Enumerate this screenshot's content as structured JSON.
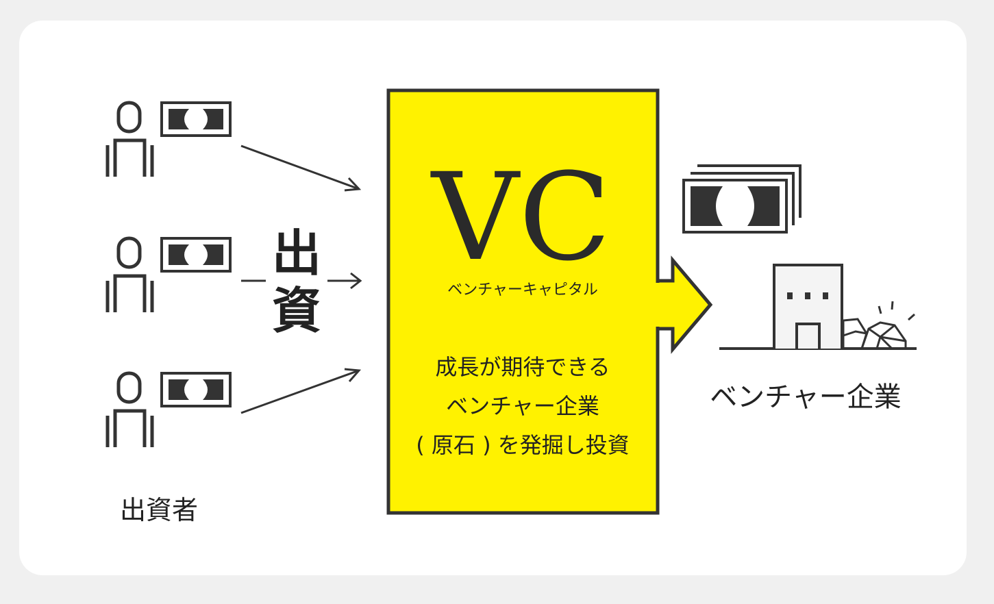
{
  "colors": {
    "accent": "#fff200",
    "stroke": "#333333",
    "text": "#222222",
    "background": "#ffffff"
  },
  "investors": {
    "label": "出資者",
    "icon": "person-with-banknote-icon"
  },
  "flow": {
    "label_line1": "出",
    "label_line2": "資"
  },
  "vc": {
    "title": "VC",
    "subtitle": "ベンチャーキャピタル",
    "desc_line1": "成長が期待できる",
    "desc_line2": "ベンチャー企業",
    "desc_line3": "( 原石 ) を発掘し投資"
  },
  "venture": {
    "label": "ベンチャー企業",
    "icon": "building-with-gems-icon",
    "money_icon": "banknote-stack-icon"
  }
}
